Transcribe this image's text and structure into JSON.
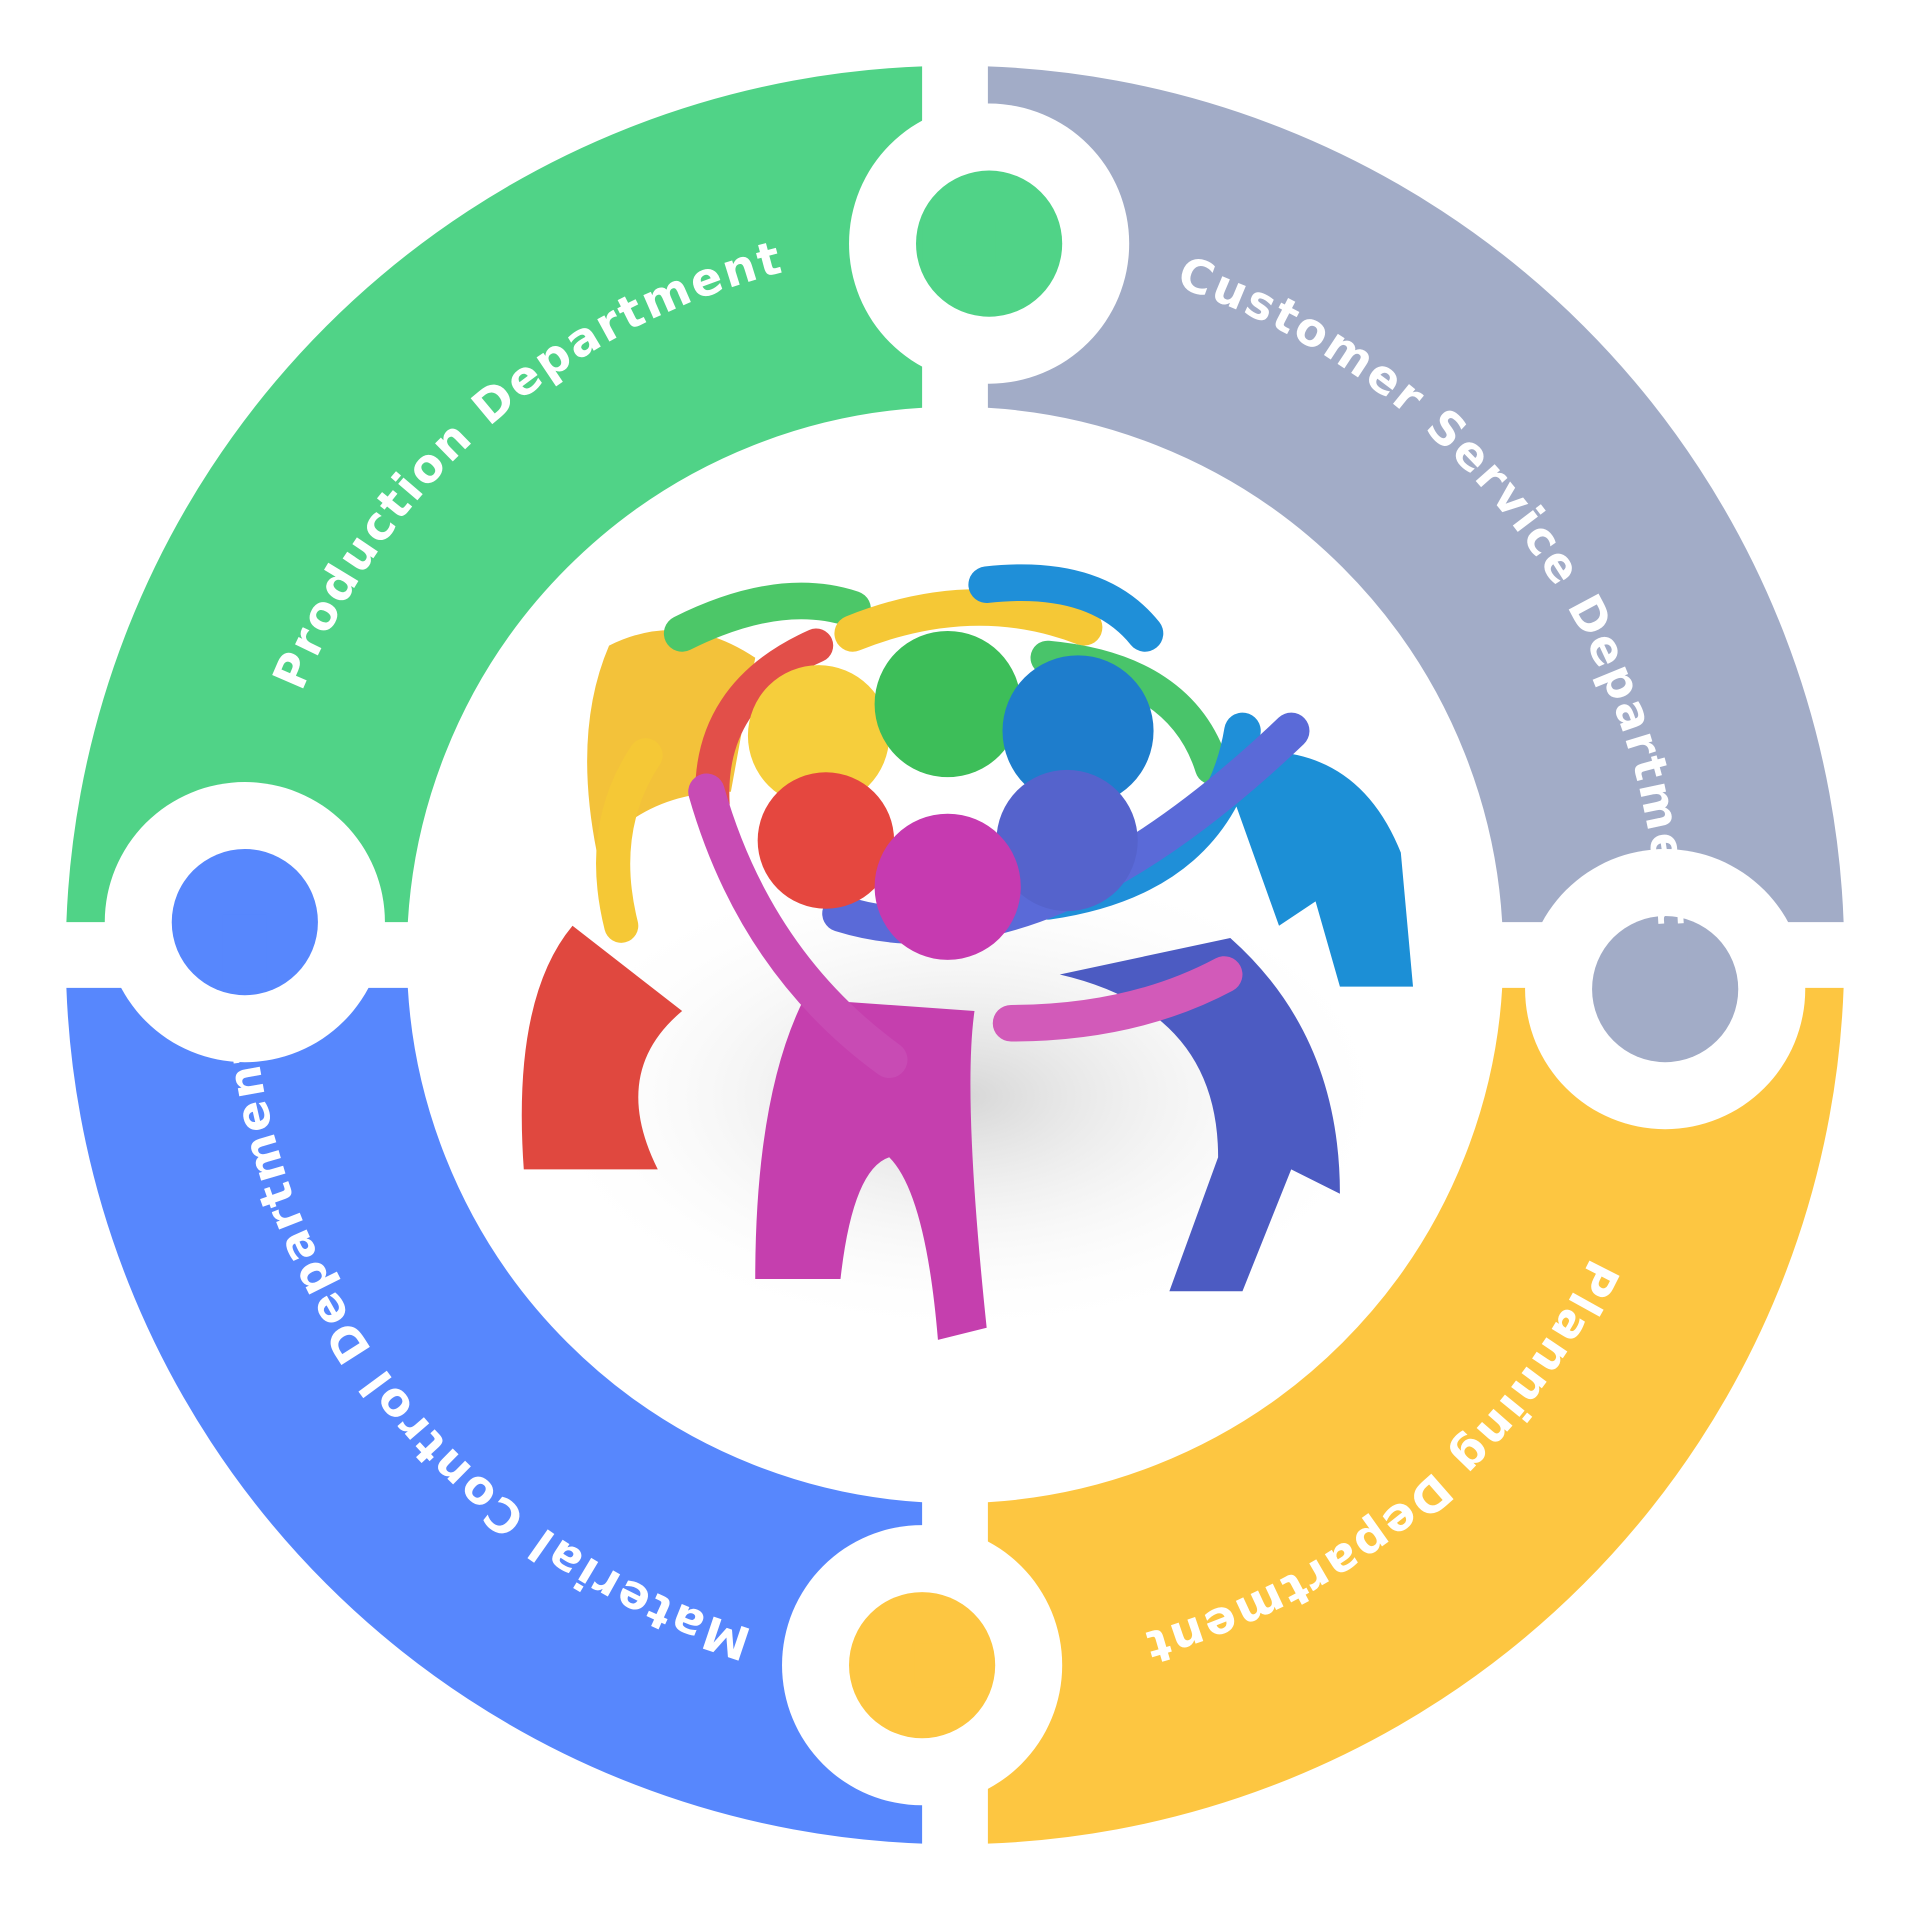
{
  "segments": [
    {
      "id": "production",
      "label": "Production Department",
      "color": "#50D387"
    },
    {
      "id": "customer-service",
      "label": "Customer Service Department",
      "color": "#A2ACC7"
    },
    {
      "id": "planning",
      "label": "Planning Department",
      "color": "#FDC641"
    },
    {
      "id": "material-control",
      "label": "Material Control Department",
      "color": "#5787FD"
    }
  ],
  "center_image": {
    "icon": "team-huddle-figures-icon"
  }
}
